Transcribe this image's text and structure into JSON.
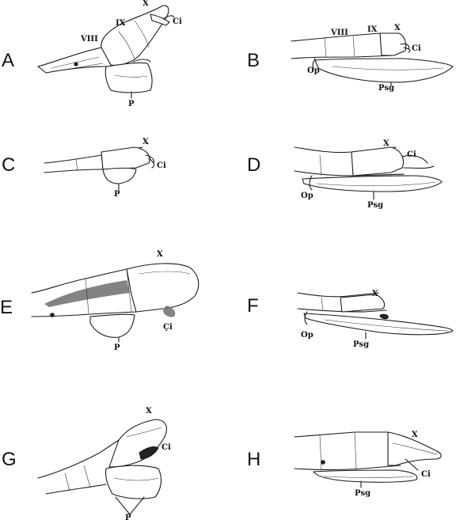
{
  "panels": [
    {
      "letter": "A",
      "labels": {
        "x": "X",
        "ix": "IX",
        "viii": "VIII",
        "ci": "Ci",
        "p": "P"
      }
    },
    {
      "letter": "B",
      "labels": {
        "viii": "VIII",
        "ix": "IX",
        "x": "X",
        "ci": "Ci",
        "op": "Op",
        "psg": "Psg"
      }
    },
    {
      "letter": "C",
      "labels": {
        "x": "X",
        "ci": "Ci",
        "p": "P"
      }
    },
    {
      "letter": "D",
      "labels": {
        "x": "X",
        "ci": "Ci",
        "op": "Op",
        "psg": "Psg"
      }
    },
    {
      "letter": "E",
      "labels": {
        "x": "X",
        "ci": "Çi",
        "p": "P"
      }
    },
    {
      "letter": "F",
      "labels": {
        "x": "X",
        "op": "Op",
        "psg": "Psg"
      }
    },
    {
      "letter": "G",
      "labels": {
        "x": "X",
        "ci": "Ci",
        "p": "P"
      }
    },
    {
      "letter": "H",
      "labels": {
        "x": "X",
        "ci": "Ci",
        "psg": "Psg"
      }
    }
  ]
}
